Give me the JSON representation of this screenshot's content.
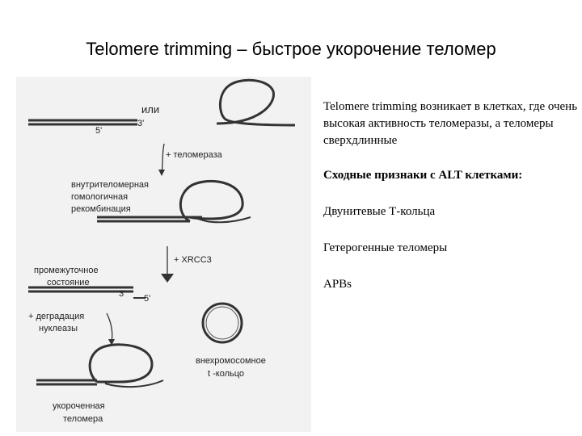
{
  "title": "Telomere trimming – быстрое укорочение теломер",
  "diagram": {
    "ili": "или",
    "five_prime_1": "5'",
    "three_prime_1": "3'",
    "plus_telomerase": "+ теломераза",
    "recombination_label": [
      "внутрителомерная",
      "гомологичная",
      "рекомбинация"
    ],
    "plus_xrcc3": "+ XRCC3",
    "intermediate_label": [
      "промежуточное",
      "состояние"
    ],
    "three_prime_2": "3'",
    "five_prime_2": "5'",
    "degradation_label": [
      "+ деградация",
      "нуклеазы"
    ],
    "extrachromosomal_label": [
      "внехромосомное",
      "t -кольцо"
    ],
    "shortened_label": [
      "укороченная",
      "теломера"
    ]
  },
  "right": {
    "intro": "Telomere trimming возникает в клетках, где очень высокая активность теломеразы, а теломеры сверхдлинные",
    "heading": "Сходные признаки с ALT клетками:",
    "items": [
      "Двунитевые Т-кольца",
      "Гетерогенные теломеры",
      "APBs"
    ]
  }
}
